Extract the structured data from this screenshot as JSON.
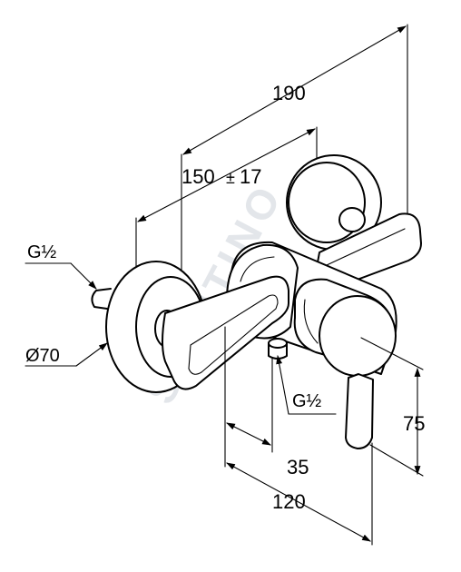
{
  "watermark": {
    "text": "SANITINO"
  },
  "dimensions": {
    "total_width": "190",
    "center_distance": "150",
    "tolerance_symbol": "±",
    "tolerance_value": "17",
    "inlet_thread_top": "G½",
    "rosette_diameter": "Ø70",
    "outlet_thread": "G½",
    "outlet_offset": "35",
    "depth": "120",
    "lever_height": "75"
  },
  "colors": {
    "line": "#000000",
    "watermark": "#e3e6ea",
    "background": "#ffffff"
  }
}
